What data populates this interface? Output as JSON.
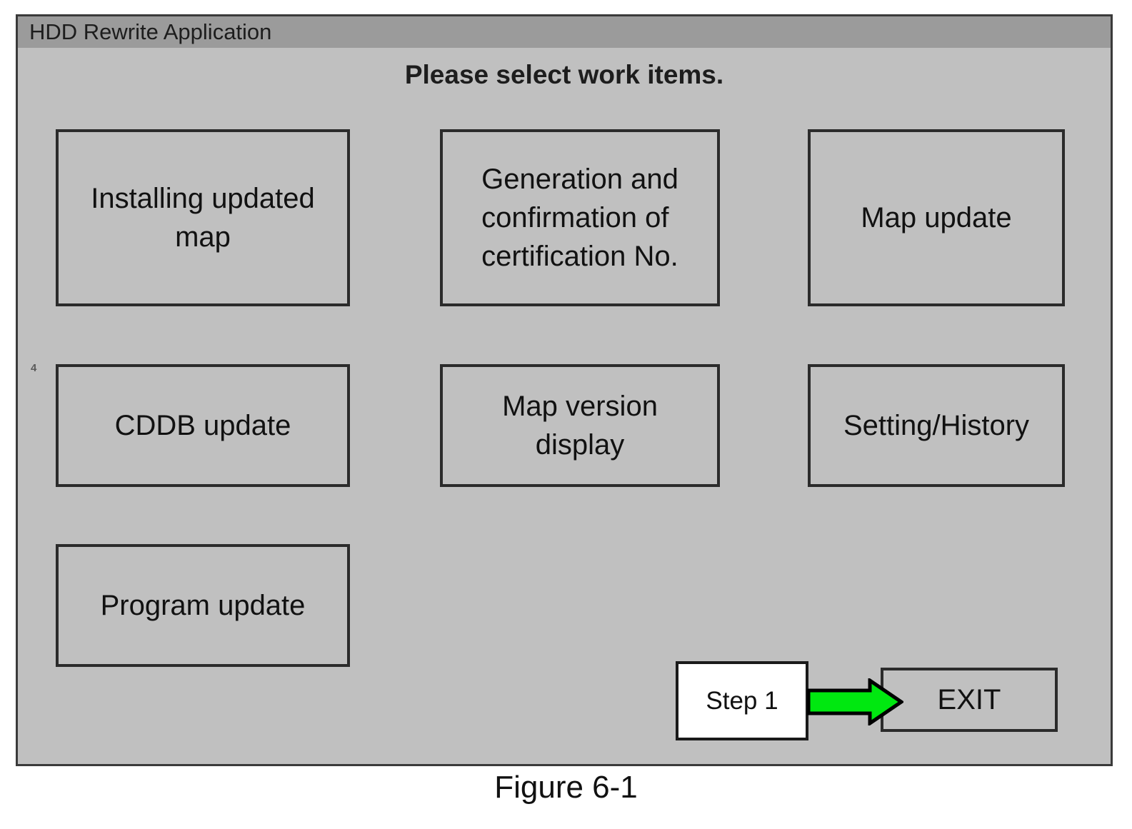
{
  "window": {
    "title": "HDD Rewrite Application",
    "instruction": "Please select work items.",
    "side_marker": "4"
  },
  "work_items": [
    {
      "id": "installing-updated-map",
      "label": "Installing updated\nmap"
    },
    {
      "id": "generation-certification",
      "label": "Generation and\nconfirmation of\ncertification No."
    },
    {
      "id": "map-update",
      "label": "Map update"
    },
    {
      "id": "cddb-update",
      "label": "CDDB update"
    },
    {
      "id": "map-version-display",
      "label": "Map version\ndisplay"
    },
    {
      "id": "setting-history",
      "label": "Setting/History"
    },
    {
      "id": "program-update",
      "label": "Program update"
    }
  ],
  "flow": {
    "step_label": "Step 1",
    "arrow_icon": "right-arrow-icon",
    "exit_label": "EXIT"
  },
  "caption": "Figure 6-1",
  "colors": {
    "window_body": "#c0c0c0",
    "title_bar": "#9b9b9b",
    "button_border": "#2b2b2b",
    "arrow_fill": "#00e810",
    "arrow_outline": "#000000",
    "step_box_fill": "#ffffff",
    "text": "#111111"
  }
}
